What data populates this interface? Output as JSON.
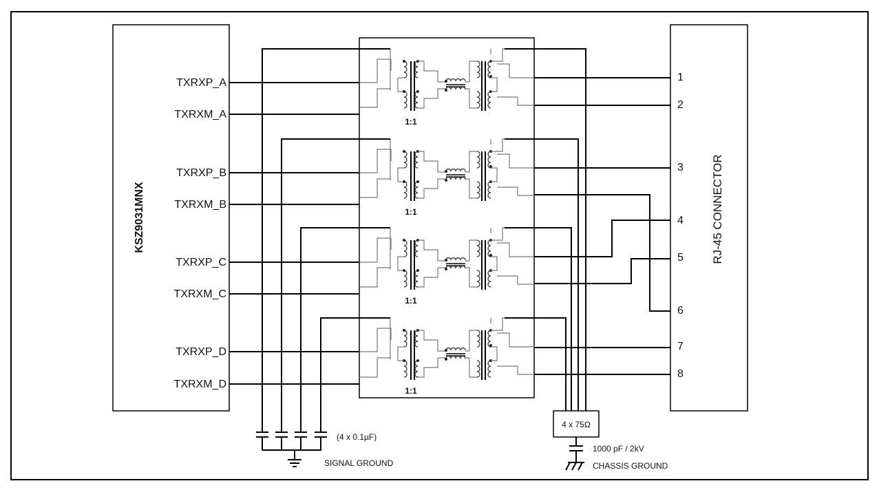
{
  "chip": {
    "name": "KSZ9031MNX"
  },
  "connector": {
    "name": "RJ-45 CONNECTOR"
  },
  "signals": [
    "TXRXP_A",
    "TXRXM_A",
    "TXRXP_B",
    "TXRXM_B",
    "TXRXP_C",
    "TXRXM_C",
    "TXRXP_D",
    "TXRXM_D"
  ],
  "ratio": "1:1",
  "pins": [
    "1",
    "2",
    "3",
    "4",
    "5",
    "6",
    "7",
    "8"
  ],
  "capacitors": {
    "label": "(4 x 0.1µF)"
  },
  "signal_ground": "SIGNAL GROUND",
  "resistors": {
    "label": "4 x 75Ω"
  },
  "chassis_cap": "1000 pF / 2kV",
  "chassis_ground": "CHASSIS GROUND"
}
